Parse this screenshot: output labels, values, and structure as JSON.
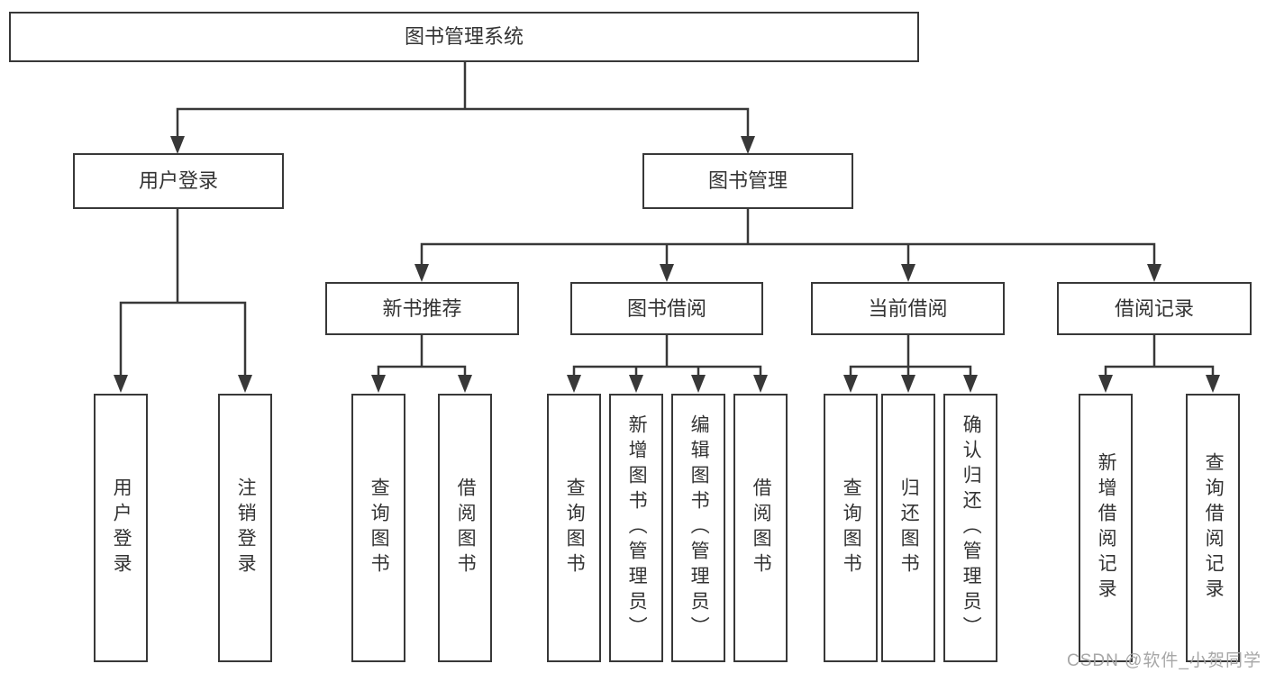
{
  "tree": {
    "root": {
      "label": "图书管理系统",
      "children": [
        {
          "label": "用户登录",
          "children": [
            {
              "label": "用户登录"
            },
            {
              "label": "注销登录"
            }
          ]
        },
        {
          "label": "图书管理",
          "children": [
            {
              "label": "新书推荐",
              "children": [
                {
                  "label": "查询图书"
                },
                {
                  "label": "借阅图书"
                }
              ]
            },
            {
              "label": "图书借阅",
              "children": [
                {
                  "label": "查询图书"
                },
                {
                  "label": "新增图书（管理员）"
                },
                {
                  "label": "编辑图书（管理员）"
                },
                {
                  "label": "借阅图书"
                }
              ]
            },
            {
              "label": "当前借阅",
              "children": [
                {
                  "label": "查询图书"
                },
                {
                  "label": "归还图书"
                },
                {
                  "label": "确认归还（管理员）"
                }
              ]
            },
            {
              "label": "借阅记录",
              "children": [
                {
                  "label": "新增借阅记录"
                },
                {
                  "label": "查询借阅记录"
                }
              ]
            }
          ]
        }
      ]
    }
  },
  "watermark": {
    "text": "CSDN @软件_小贺同学"
  },
  "colors": {
    "line": "#383838",
    "box_border": "#383838",
    "text": "#333333",
    "watermark": "#a2a2a2",
    "background": "#ffffff"
  }
}
